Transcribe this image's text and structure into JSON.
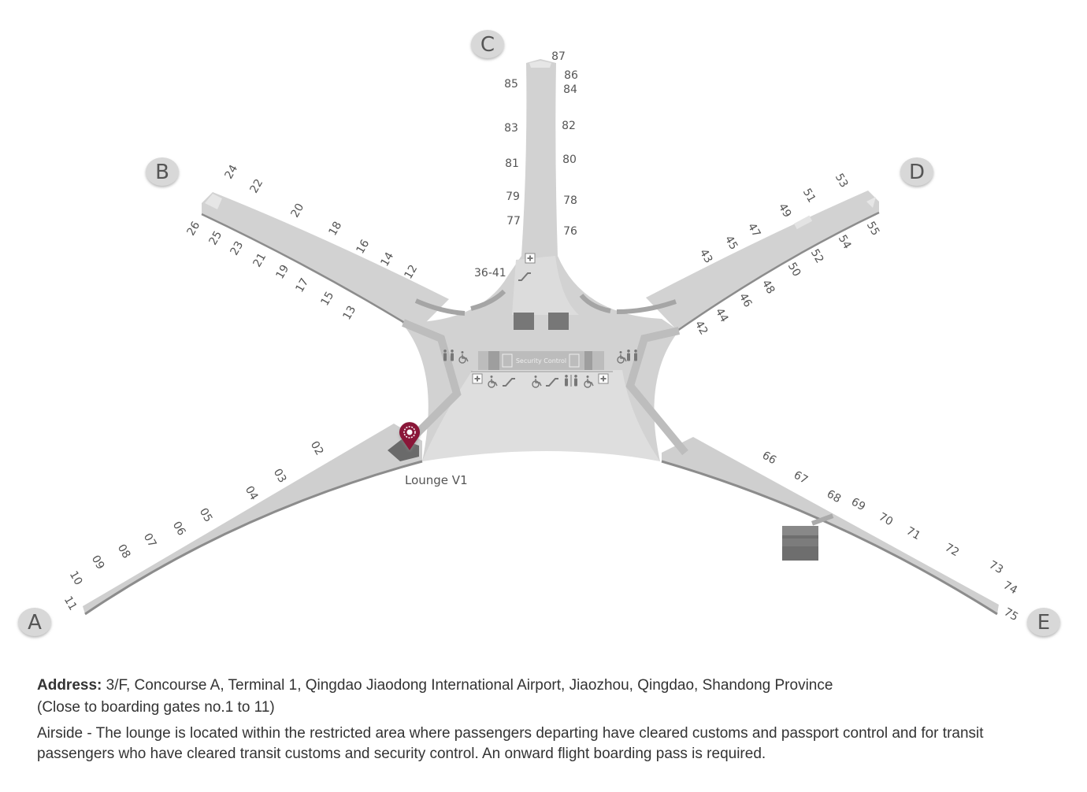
{
  "map": {
    "concourses": [
      "A",
      "B",
      "C",
      "D",
      "E"
    ],
    "gates": {
      "A": [
        "02",
        "03",
        "04",
        "05",
        "06",
        "07",
        "08",
        "09",
        "10",
        "11"
      ],
      "B_upper": [
        "24",
        "22",
        "20",
        "18",
        "16",
        "14",
        "12"
      ],
      "B_lower": [
        "26",
        "25",
        "23",
        "21",
        "19",
        "17",
        "15",
        "13"
      ],
      "C_left": [
        "85",
        "83",
        "81",
        "79",
        "77"
      ],
      "C_right": [
        "87",
        "86",
        "84",
        "82",
        "80",
        "78",
        "76"
      ],
      "D_upper": [
        "53",
        "51",
        "49",
        "47",
        "45",
        "43"
      ],
      "D_lower": [
        "55",
        "54",
        "52",
        "50",
        "48",
        "46",
        "44",
        "42"
      ],
      "E": [
        "66",
        "67",
        "68",
        "69",
        "70",
        "71",
        "72",
        "73",
        "74",
        "75"
      ]
    },
    "remote_gates": "36-41",
    "security_label": "Security Control",
    "lounge_label": "Lounge V1",
    "pin_color": "#8a1538",
    "icons": [
      "first-aid-icon",
      "wheelchair-icon",
      "escalator-icon",
      "restroom-icon",
      "baby-care-icon",
      "metal-detector-icon"
    ]
  },
  "address": {
    "label": "Address:",
    "text": "3/F, Concourse A, Terminal 1, Qingdao Jiaodong International Airport, Jiaozhou, Qingdao, Shandong Province",
    "note": "(Close to boarding gates no.1 to 11)",
    "airside": "Airside - The lounge is located within the restricted area where passengers departing have cleared customs and passport control and for transit passengers who have cleared transit customs and security control. An onward flight boarding pass is required."
  }
}
